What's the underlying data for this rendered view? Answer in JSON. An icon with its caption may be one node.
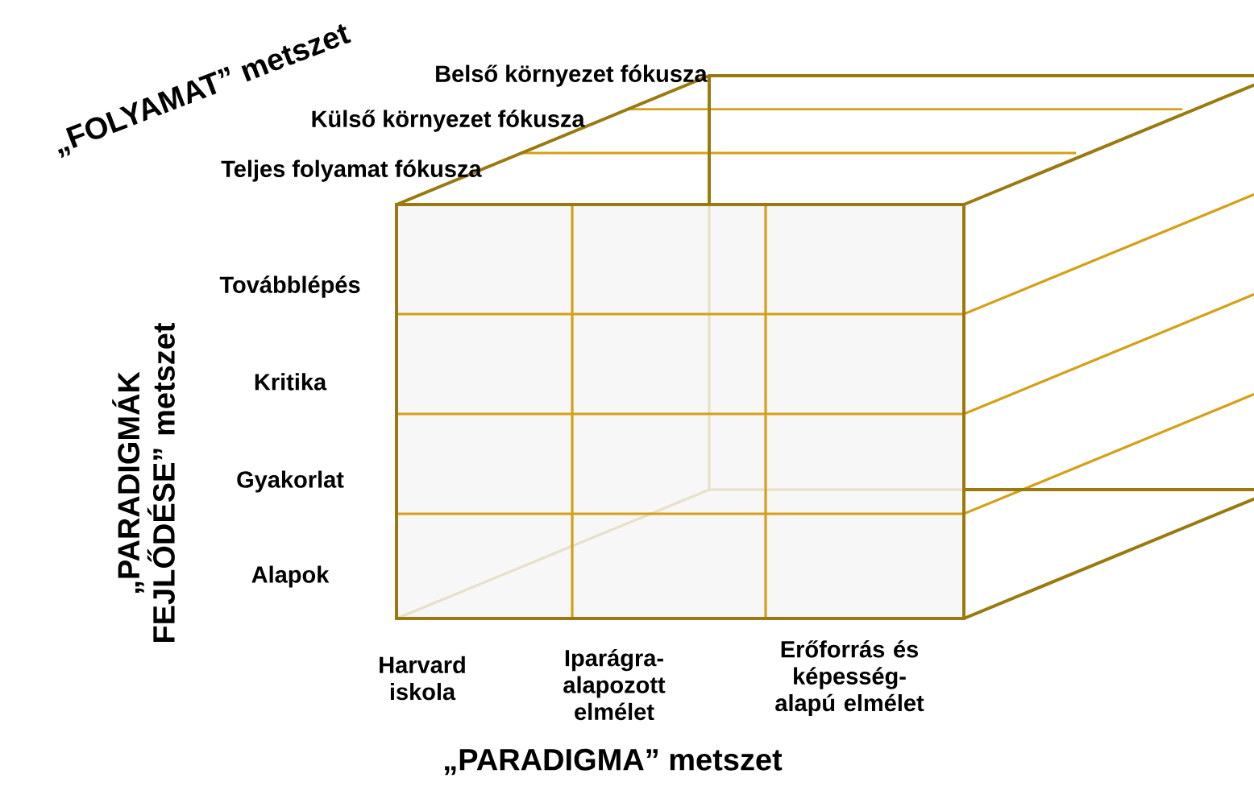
{
  "diagram": {
    "labels": [
      "„FOLYAMAT” metszet",
      "Belső környezet fókusza",
      "Külső környezet fókusza",
      "Teljes folyamat fókusza",
      "„PARADIGMÁK FEJLŐDÉSE” metszet",
      "Továbblépés",
      "Kritika",
      "Gyakorlat",
      "Alapok",
      "Harvard iskola",
      "Iparágra-alapozott elmélet",
      "Erőforrás és képesség-alapú elmélet",
      "„PARADIGMA” metszet"
    ]
  }
}
